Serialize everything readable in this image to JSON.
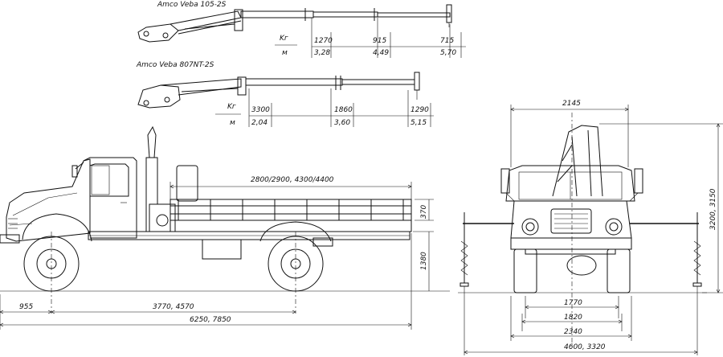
{
  "cranes": [
    {
      "model": "Amco Veba 105-2S",
      "unit_kg": "Kг",
      "unit_m": "м",
      "loads": [
        "1270",
        "915",
        "715"
      ],
      "reaches": [
        "3,28",
        "4,49",
        "5,70"
      ]
    },
    {
      "model": "Amco Veba 807NT-2S",
      "unit_kg": "Kг",
      "unit_m": "м",
      "loads": [
        "3300",
        "1860",
        "1290"
      ],
      "reaches": [
        "2,04",
        "3,60",
        "5,15"
      ]
    }
  ],
  "side_view": {
    "platform_length": "2800/2900, 4300/4400",
    "side_height": "370",
    "frame_height": "1380",
    "front_overhang": "955",
    "wheelbase": "3770, 4570",
    "overall_length": "6250, 7850"
  },
  "front_view": {
    "crane_width": "2145",
    "overall_height": "3200, 3150",
    "track_front": "1770",
    "track_rear": "1820",
    "overall_width": "2340",
    "outrigger_span": "4600, 3320"
  }
}
